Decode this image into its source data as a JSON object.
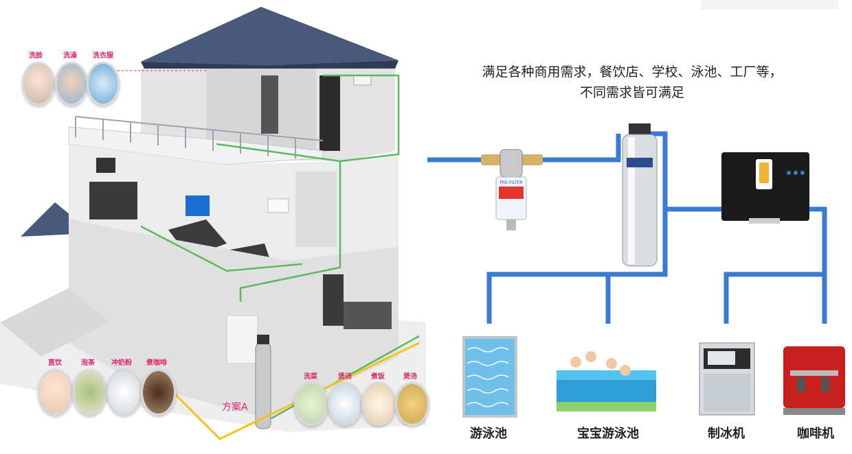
{
  "headline": {
    "line1": "满足各种商用需求，餐饮店、学校、泳池、工厂等，",
    "line2": "不同需求皆可满足"
  },
  "house": {
    "plan_label": "方案A",
    "top_uses": [
      "洗脸",
      "洗澡",
      "洗衣服"
    ],
    "bottom_left_uses": [
      "直饮",
      "泡茶",
      "冲奶粉",
      "煮咖啡"
    ],
    "bottom_right_uses": [
      "洗菜",
      "煲汤",
      "煮饭",
      "煲汤"
    ]
  },
  "products": {
    "filter_label": "PRE-FILTER"
  },
  "applications": [
    {
      "label": "游泳池"
    },
    {
      "label": "宝宝游泳池"
    },
    {
      "label": "制冰机"
    },
    {
      "label": "咖啡机"
    }
  ],
  "colors": {
    "pipe": "#3a7bd5",
    "green_pipe": "#5cb85c",
    "yellow_pipe": "#f0c419",
    "accent": "#e0246d"
  }
}
